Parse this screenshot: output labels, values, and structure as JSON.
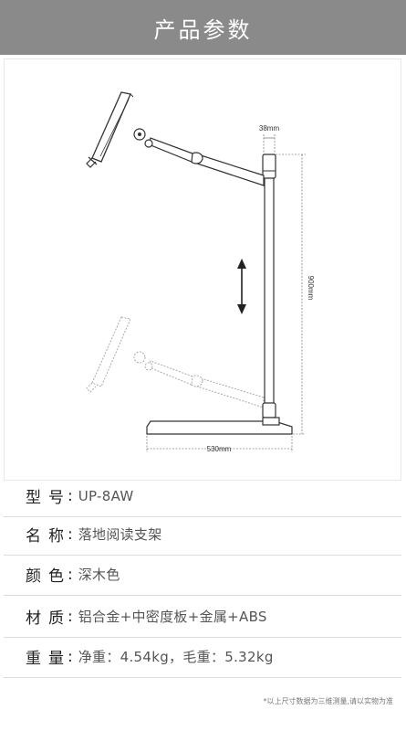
{
  "header": {
    "title": "产品参数",
    "bg_color": "#8a8a8a"
  },
  "diagram": {
    "width_label": "38mm",
    "height_label": "900mm",
    "base_label": "530mm"
  },
  "specs": [
    {
      "label_a": "型",
      "label_b": "号",
      "value": "UP-8AW"
    },
    {
      "label_a": "名",
      "label_b": "称",
      "value": "落地阅读支架"
    },
    {
      "label_a": "颜",
      "label_b": "色",
      "value": "深木色"
    },
    {
      "label_a": "材",
      "label_b": "质",
      "value": "铝合金+中密度板+金属+ABS"
    },
    {
      "label_a": "重",
      "label_b": "量",
      "value": "净重：4.54kg，毛重：5.32kg"
    }
  ],
  "footnote": "*以上尺寸数据为三维测量,请以实物为准"
}
